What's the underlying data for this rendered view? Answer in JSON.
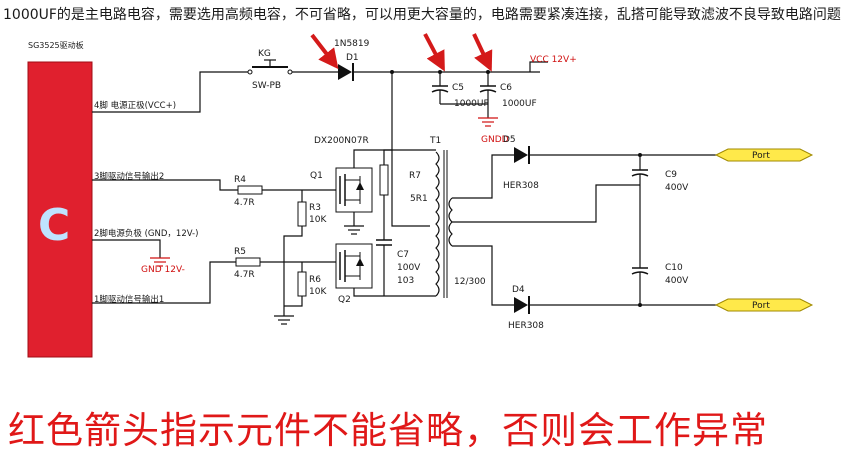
{
  "top_note": "1000UF的是主电路电容，需要选用高频电容，不可省略，可以用更大容量的，电路需要紧凑连接，乱搭可能导致滤波不良导致电路问题",
  "bottom_warning": "红色箭头指示元件不能省略，否则会工作异常",
  "board": {
    "title": "SG3525驱动板",
    "logo_letter": "C",
    "pin4": "4脚 电源正极(VCC+)",
    "pin3": "3脚驱动信号输出2",
    "pin2": "2脚电源负极 (GND，12V-)",
    "pin1": "1脚驱动信号输出1"
  },
  "switch": {
    "ref": "KG",
    "value": "SW-PB"
  },
  "d1": {
    "part": "1N5819",
    "ref": "D1"
  },
  "c5": {
    "ref": "C5",
    "value": "1000UF"
  },
  "c6": {
    "ref": "C6",
    "value": "1000UF"
  },
  "vcc": "VCC 12V+",
  "gnd_d": "GNDD",
  "gnd_12": "GND 12V-",
  "mosfet": "DX200N07R",
  "q1": "Q1",
  "q2": "Q2",
  "r4": {
    "ref": "R4",
    "value": "4.7R"
  },
  "r5": {
    "ref": "R5",
    "value": "4.7R"
  },
  "r3": {
    "ref": "R3",
    "value": "10K"
  },
  "r6": {
    "ref": "R6",
    "value": "10K"
  },
  "r7": {
    "ref": "R7",
    "value": "5R1"
  },
  "c7": {
    "ref": "C7",
    "value1": "100V",
    "value2": "103"
  },
  "t1": {
    "ref": "T1",
    "ratio": "12/300"
  },
  "d5": {
    "ref": "D5",
    "part": "HER308"
  },
  "d4": {
    "ref": "D4",
    "part": "HER308"
  },
  "c9": {
    "ref": "C9",
    "value": "400V"
  },
  "c10": {
    "ref": "C10",
    "value": "400V"
  },
  "port_top": "Port",
  "port_bottom": "Port",
  "colors": {
    "board": "#e0202e",
    "arrow": "#d41a1a",
    "port": "#ffe94a",
    "logo": "#bfe3ff"
  },
  "arrow_targets": [
    "D1",
    "C5",
    "C6"
  ]
}
